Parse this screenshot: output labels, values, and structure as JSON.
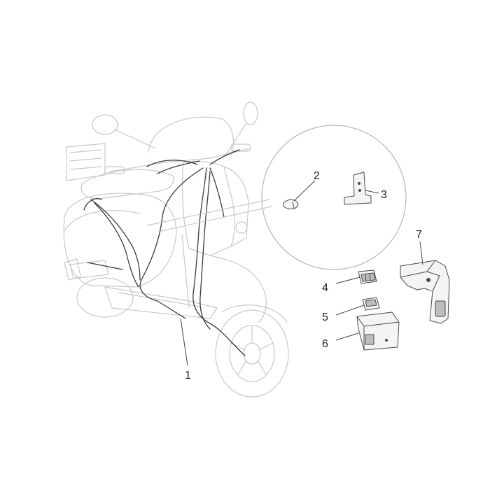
{
  "callouts": [
    {
      "id": "1",
      "label": "1"
    },
    {
      "id": "2",
      "label": "2"
    },
    {
      "id": "3",
      "label": "3"
    },
    {
      "id": "4",
      "label": "4"
    },
    {
      "id": "5",
      "label": "5"
    },
    {
      "id": "6",
      "label": "6"
    },
    {
      "id": "7",
      "label": "7"
    }
  ],
  "colors": {
    "ghost_outline": "#c8c8c8",
    "wire": "#3a3a3a",
    "part_outline": "#4a4a4a"
  }
}
